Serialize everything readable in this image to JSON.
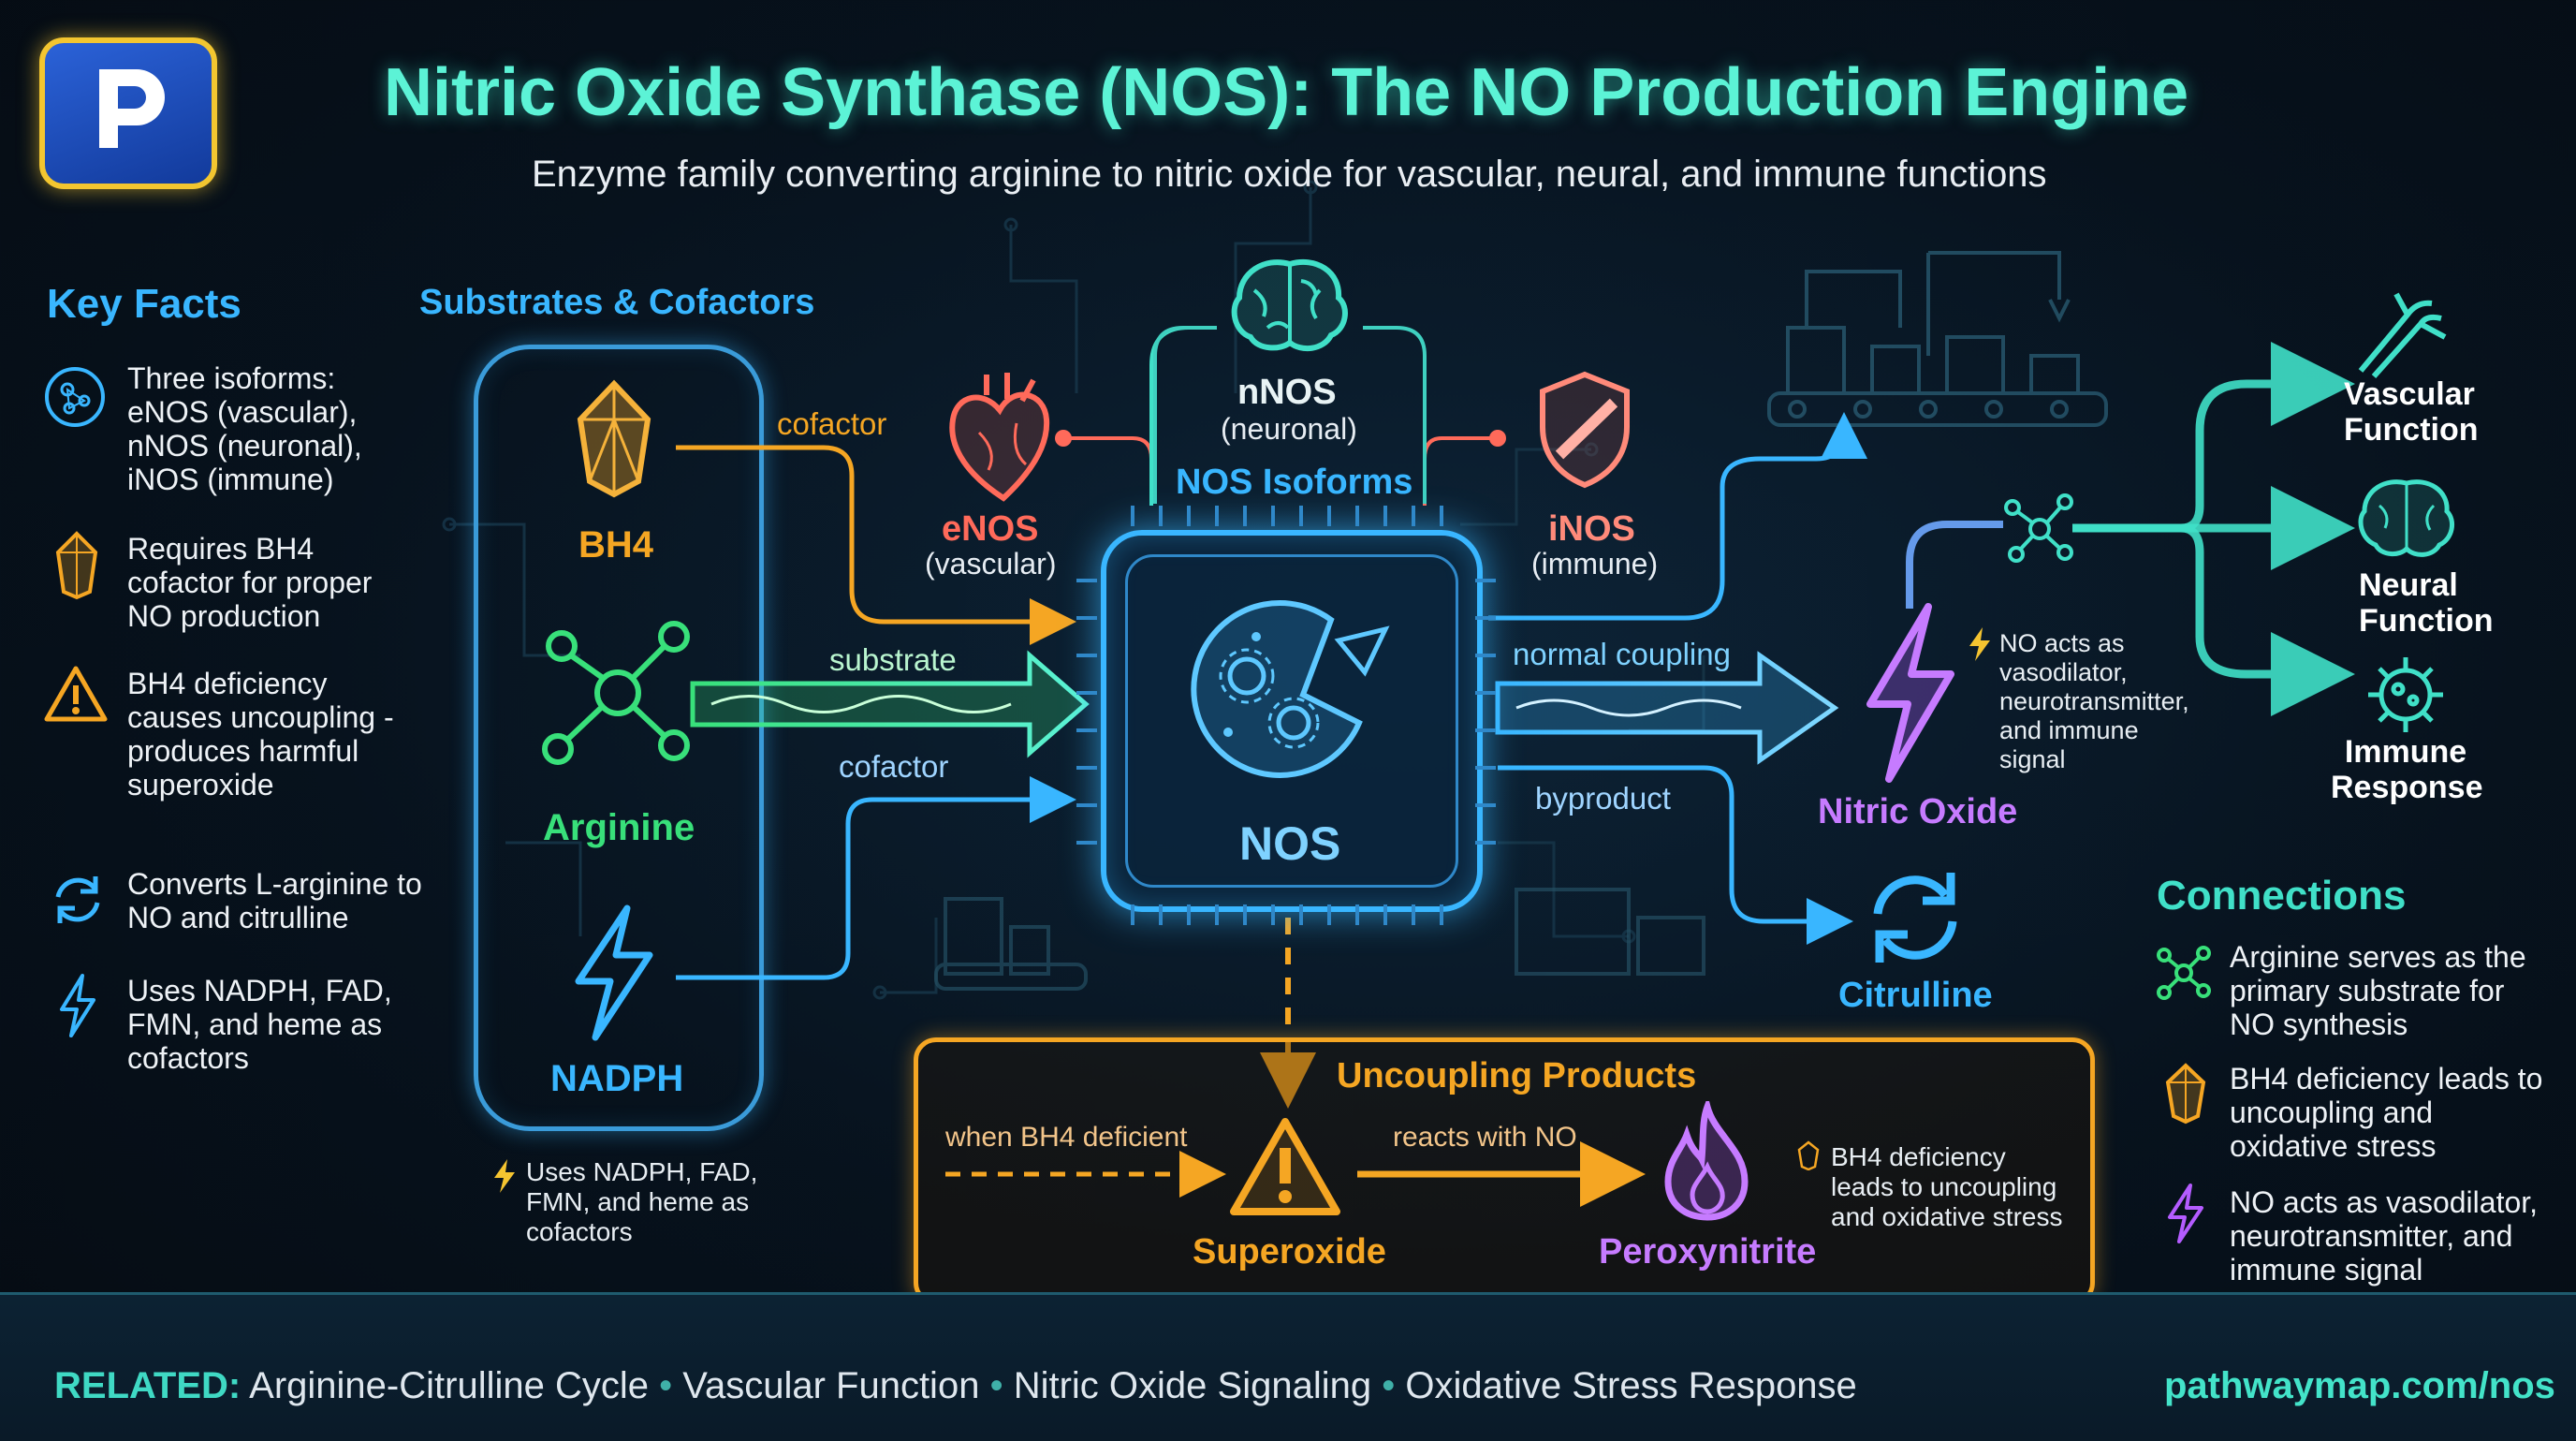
{
  "header": {
    "title": "Nitric Oxide Synthase (NOS): The NO Production Engine",
    "subtitle": "Enzyme family converting arginine to nitric oxide for vascular, neural, and immune functions",
    "logo_icon": "pathwaymap-logo-icon"
  },
  "key_facts": {
    "heading": "Key Facts",
    "items": [
      {
        "icon": "network-globe-icon",
        "text": "Three isoforms: eNOS (vascular), nNOS (neuronal), iNOS (immune)"
      },
      {
        "icon": "crystal-icon",
        "text": "Requires BH4 cofactor for proper NO production"
      },
      {
        "icon": "warning-icon",
        "text": "BH4 deficiency causes uncoupling - produces harmful superoxide"
      },
      {
        "icon": "cycle-icon",
        "text": "Converts L-arginine to NO and citrulline"
      },
      {
        "icon": "lightning-icon",
        "text": "Uses NADPH, FAD, FMN, and heme as cofactors"
      }
    ]
  },
  "substrates": {
    "heading": "Substrates & Cofactors",
    "bh4": "BH4",
    "arginine": "Arginine",
    "nadph": "NADPH",
    "note": "Uses NADPH, FAD, FMN, and heme as cofactors"
  },
  "edges": {
    "cofactor_top": "cofactor",
    "substrate": "substrate",
    "cofactor_bottom": "cofactor",
    "normal_coupling": "normal coupling",
    "byproduct": "byproduct",
    "when_bh4_deficient": "when BH4 deficient",
    "reacts_with_no": "reacts with NO"
  },
  "isoforms": {
    "heading": "NOS Isoforms",
    "enos": {
      "name": "eNOS",
      "sub": "(vascular)"
    },
    "nnos": {
      "name": "nNOS",
      "sub": "(neuronal)"
    },
    "inos": {
      "name": "iNOS",
      "sub": "(immune)"
    }
  },
  "nos_core": {
    "label": "NOS"
  },
  "products": {
    "nitric_oxide": "Nitric Oxide",
    "no_note": "NO acts as vasodilator, neurotransmitter, and immune signal",
    "citrulline": "Citrulline"
  },
  "functions": {
    "vascular": "Vascular Function",
    "neural": "Neural Function",
    "immune": "Immune Response"
  },
  "uncoupling": {
    "heading": "Uncoupling Products",
    "superoxide": "Superoxide",
    "peroxynitrite": "Peroxynitrite",
    "note": "BH4 deficiency leads to uncoupling and oxidative stress"
  },
  "connections": {
    "heading": "Connections",
    "items": [
      {
        "icon": "molecule-icon",
        "text": "Arginine serves as the primary substrate for NO synthesis"
      },
      {
        "icon": "crystal-icon",
        "text": "BH4 deficiency leads to uncoupling and oxidative stress"
      },
      {
        "icon": "lightning-icon",
        "text": "NO acts as vasodilator, neurotransmitter, and immune signal"
      }
    ]
  },
  "footer": {
    "related_label": "RELATED:",
    "related": [
      "Arginine-Citrulline Cycle",
      "Vascular Function",
      "Nitric Oxide Signaling",
      "Oxidative Stress Response"
    ],
    "separator": "•",
    "url": "pathwaymap.com/nos"
  },
  "colors": {
    "teal": "#40e0c8",
    "blue": "#39b6ff",
    "orange": "#f5a623",
    "green": "#38e07a",
    "purple": "#b45cff",
    "red": "#ff6a5a"
  }
}
